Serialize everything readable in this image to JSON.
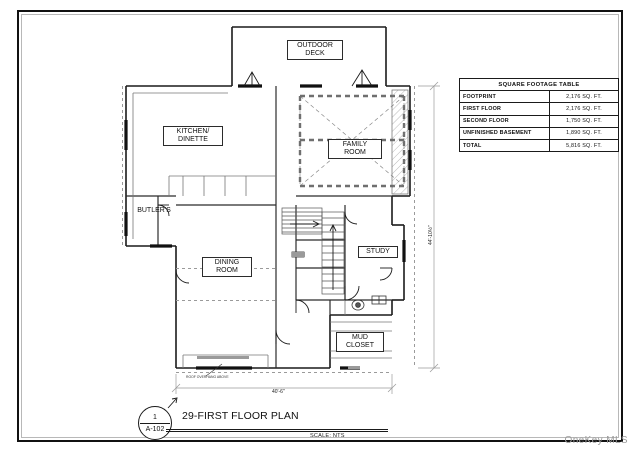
{
  "document": {
    "type": "architectural-floor-plan",
    "watermark": "OneKey MLS"
  },
  "title_block": {
    "detail_number": "1",
    "sheet_number": "A-102",
    "title": "29-FIRST FLOOR  PLAN",
    "scale": "SCALE: NTS"
  },
  "sqft_table": {
    "header": "SQUARE FOOTAGE TABLE",
    "rows": [
      {
        "label": "FOOTPRINT",
        "value": "2,176 SQ. FT."
      },
      {
        "label": "FIRST FLOOR",
        "value": "2,176 SQ. FT."
      },
      {
        "label": "SECOND FLOOR",
        "value": "1,750 SQ. FT."
      },
      {
        "label": "UNFINISHED BASEMENT",
        "value": "1,890 SQ. FT."
      },
      {
        "label": "TOTAL",
        "value": "5,816 SQ. FT."
      }
    ]
  },
  "rooms": [
    {
      "name": "outdoor-deck",
      "label": "OUTDOOR\nDECK"
    },
    {
      "name": "kitchen-dinette",
      "label": "KITCHEN/\nDINETTE"
    },
    {
      "name": "family-room",
      "label": "FAMILY\nROOM"
    },
    {
      "name": "butlers-pantry",
      "label": "BUTLER'S"
    },
    {
      "name": "dining-room",
      "label": "DINING\nROOM"
    },
    {
      "name": "study",
      "label": "STUDY"
    },
    {
      "name": "mud-closet",
      "label": "MUD\nCLOSET"
    }
  ],
  "dimensions": {
    "overall_width": "40'-6\"",
    "overall_depth": "44'-10½\""
  },
  "annotations": {
    "porch_note": "ROOF OVERHANG ABOVE"
  },
  "colors": {
    "ink": "#1a1a1a",
    "light_ink": "#7a7a7a",
    "paper": "#ffffff",
    "watermark": "#9b9b9b"
  }
}
